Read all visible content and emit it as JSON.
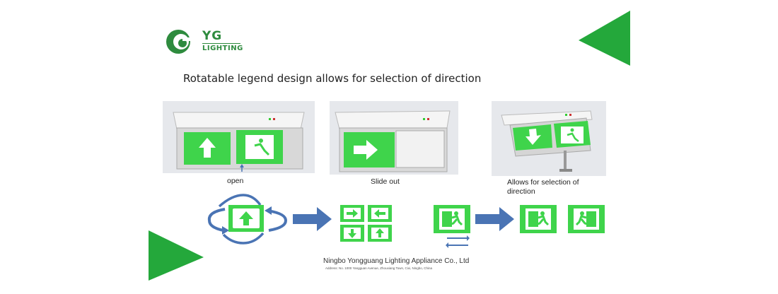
{
  "brand": {
    "name": "YG",
    "subname": "LIGHTING"
  },
  "headline": "Rotatable legend design allows for selection of direction",
  "photos": [
    {
      "caption": "open"
    },
    {
      "caption": "Slide out"
    },
    {
      "caption": "Allows for selection of direction"
    }
  ],
  "footer": {
    "company": "Ningbo Yongguang Lighting Appliance Co., Ltd",
    "address": "Address: No. 1000 Yangguan Avenue, Zhouxiang Town, Cixi, Ningbo, China"
  },
  "colors": {
    "accent_green": "#3fd44b",
    "brand_green": "#2e8b3e",
    "deco_green": "#24a83b",
    "arrow_blue": "#4a74b4"
  }
}
